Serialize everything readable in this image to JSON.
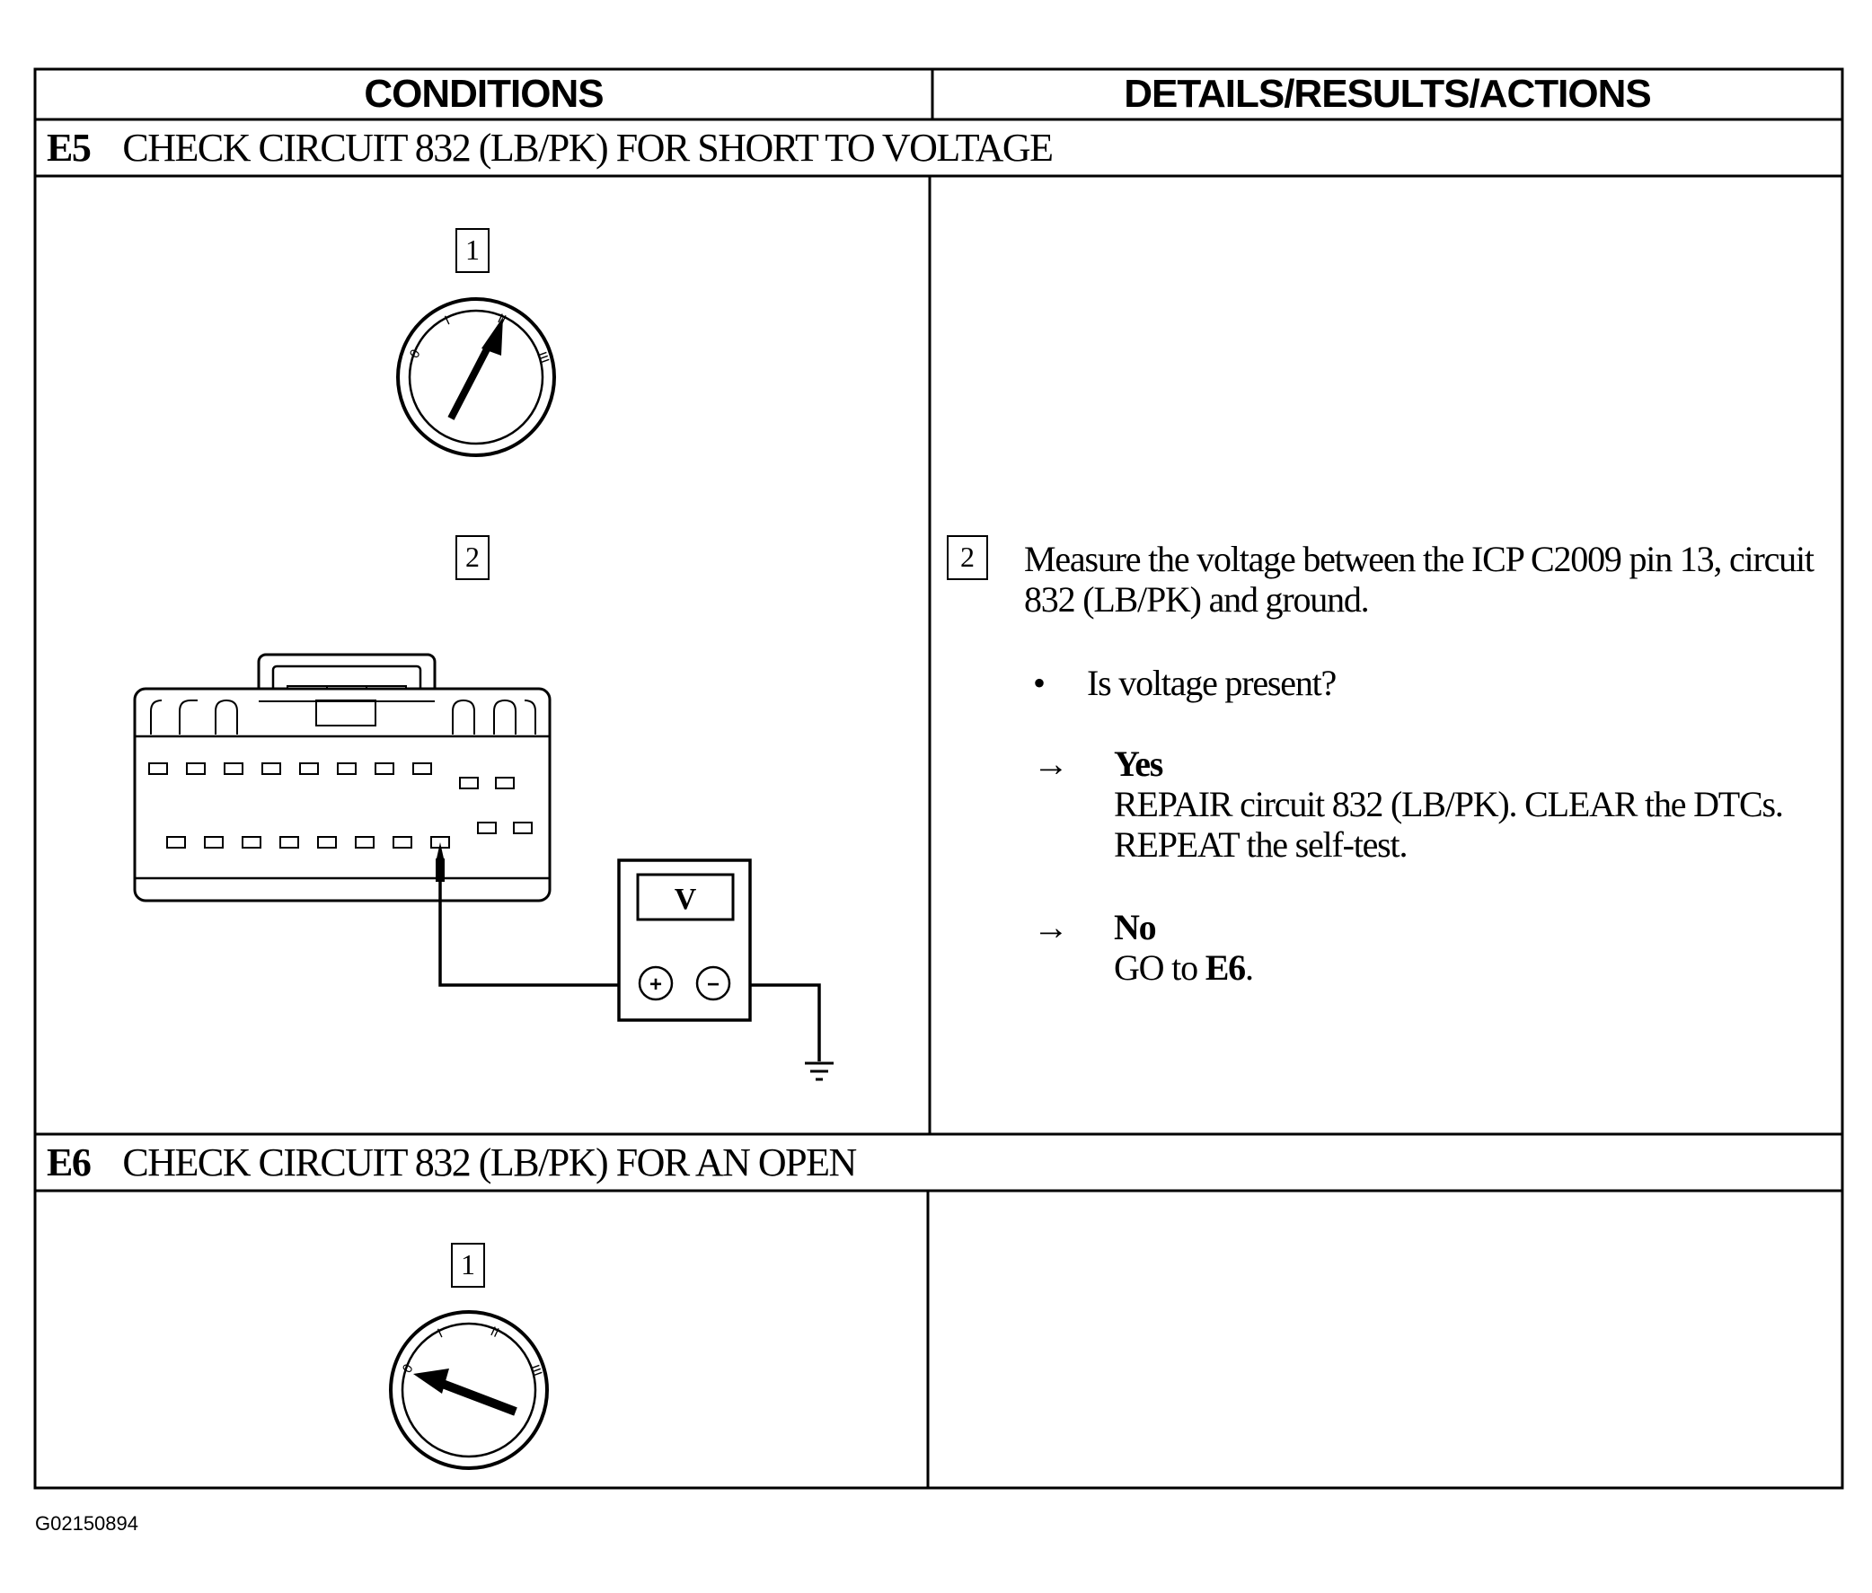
{
  "header": {
    "conditions": "CONDITIONS",
    "details": "DETAILS/RESULTS/ACTIONS"
  },
  "e5": {
    "id": "E5",
    "title": "CHECK CIRCUIT 832 (LB/PK) FOR SHORT TO VOLTAGE",
    "step1_num": "1",
    "step2_num": "2",
    "key_labels": [
      "0",
      "I",
      "II",
      "III"
    ],
    "meter_symbol": "V",
    "meter_plus": "+",
    "meter_minus": "−",
    "step2_detail_num": "2",
    "instruction": "Measure the voltage between the ICP C2009 pin 13, circuit 832 (LB/PK) and ground.",
    "question": "Is voltage present?",
    "bullet": "•",
    "arrow": "→",
    "yes_label": "Yes",
    "yes_action": "REPAIR circuit 832 (LB/PK). CLEAR the DTCs. REPEAT the self-test.",
    "no_label": "No",
    "no_action_prefix": "GO to ",
    "no_action_target": "E6",
    "no_action_suffix": "."
  },
  "e6": {
    "id": "E6",
    "title": "CHECK CIRCUIT 832 (LB/PK) FOR AN OPEN",
    "step1_num": "1",
    "key_labels": [
      "0",
      "I",
      "II",
      "III"
    ]
  },
  "figure_id": "G02150894"
}
